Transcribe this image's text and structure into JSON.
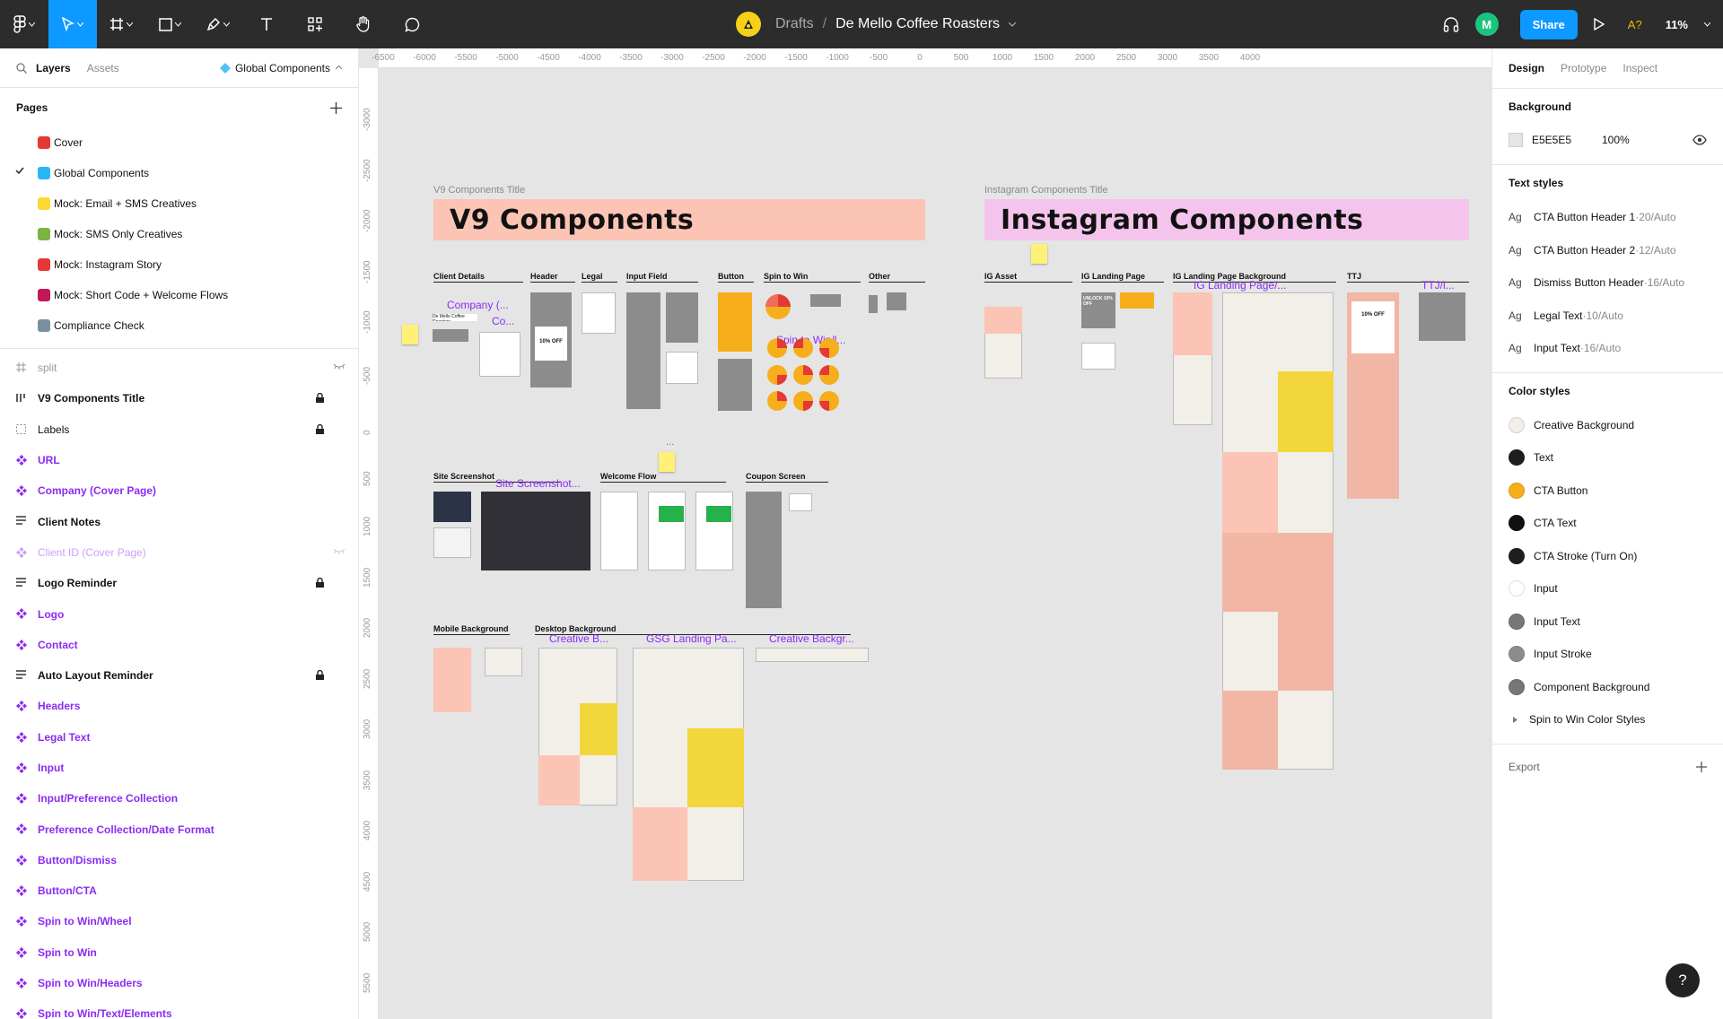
{
  "toolbar": {
    "breadcrumb_drafts": "Drafts",
    "breadcrumb_sep": "/",
    "file_name": "De Mello Coffee Roasters",
    "avatar_initial": "M",
    "share_label": "Share",
    "a11y_warning": "A?",
    "zoom": "11%"
  },
  "left_panel": {
    "tabs": [
      "Layers",
      "Assets"
    ],
    "current_page": "Global Components",
    "pages_heading": "Pages",
    "pages": [
      {
        "label": "Cover",
        "emoji_color": "#e53935"
      },
      {
        "label": "Global Components",
        "emoji_color": "#29b6f6",
        "selected": true
      },
      {
        "label": "Mock: Email + SMS Creatives",
        "emoji_color": "#fdd835"
      },
      {
        "label": "Mock: SMS Only Creatives",
        "emoji_color": "#7cb342"
      },
      {
        "label": "Mock: Instagram Story",
        "emoji_color": "#e53935"
      },
      {
        "label": "Mock: Short Code + Welcome Flows",
        "emoji_color": "#c2185b"
      },
      {
        "label": "Compliance Check",
        "emoji_color": "#78909c"
      }
    ],
    "layers": [
      {
        "label": "split",
        "type": "frame",
        "style": "grey",
        "hidden": true
      },
      {
        "label": "V9 Components Title",
        "type": "title",
        "style": "normal",
        "locked": true
      },
      {
        "label": "Labels",
        "type": "dashed",
        "style": "normal-light",
        "locked": true
      },
      {
        "label": "URL",
        "type": "component",
        "style": "comp"
      },
      {
        "label": "Company (Cover Page)",
        "type": "component",
        "style": "comp"
      },
      {
        "label": "Client Notes",
        "type": "text",
        "style": "normal"
      },
      {
        "label": "Client ID (Cover Page)",
        "type": "component",
        "style": "comp-faded",
        "hidden": true
      },
      {
        "label": "Logo Reminder",
        "type": "text",
        "style": "normal",
        "locked": true
      },
      {
        "label": "Logo",
        "type": "component",
        "style": "comp"
      },
      {
        "label": "Contact",
        "type": "component",
        "style": "comp"
      },
      {
        "label": "Auto Layout Reminder",
        "type": "text",
        "style": "normal",
        "locked": true
      },
      {
        "label": "Headers",
        "type": "component",
        "style": "comp"
      },
      {
        "label": "Legal Text",
        "type": "component",
        "style": "comp"
      },
      {
        "label": "Input",
        "type": "component",
        "style": "comp"
      },
      {
        "label": "Input/Preference Collection",
        "type": "component",
        "style": "comp"
      },
      {
        "label": "Preference Collection/Date Format",
        "type": "component",
        "style": "comp"
      },
      {
        "label": "Button/Dismiss",
        "type": "component",
        "style": "comp"
      },
      {
        "label": "Button/CTA",
        "type": "component",
        "style": "comp"
      },
      {
        "label": "Spin to Win/Wheel",
        "type": "component",
        "style": "comp"
      },
      {
        "label": "Spin to Win",
        "type": "component",
        "style": "comp"
      },
      {
        "label": "Spin to Win/Headers",
        "type": "component",
        "style": "comp"
      },
      {
        "label": "Spin to Win/Text/Elements",
        "type": "component",
        "style": "comp"
      }
    ]
  },
  "rulers": {
    "top": [
      "-6500",
      "-6000",
      "-5500",
      "-5000",
      "-4500",
      "-4000",
      "-3500",
      "-3000",
      "-2500",
      "-2000",
      "-1500",
      "-1000",
      "-500",
      "0",
      "500",
      "1000",
      "1500",
      "2000",
      "2500",
      "3000",
      "3500",
      "4000"
    ],
    "left": [
      "-3000",
      "-2500",
      "-2000",
      "-1500",
      "-1000",
      "-500",
      "0",
      "500",
      "1000",
      "1500",
      "2000",
      "2500",
      "3000",
      "3500",
      "4000",
      "4500",
      "5000",
      "5500"
    ]
  },
  "canvas": {
    "v9_title_label": "V9 Components Title",
    "v9_title": "V9 Components",
    "ig_title_label": "Instagram Components Title",
    "ig_title": "Instagram Components",
    "v9_groups": [
      "Client Details",
      "Header",
      "Legal",
      "Input Field",
      "Button",
      "Spin to Win",
      "Other"
    ],
    "v9_groups2": [
      "Site Screenshot",
      "Welcome Flow",
      "Coupon Screen"
    ],
    "v9_groups3": [
      "Mobile Background",
      "Desktop Background"
    ],
    "ig_groups": [
      "IG Asset",
      "IG Landing Page",
      "IG Landing Page Background",
      "TTJ"
    ],
    "plabels": {
      "company": "Company (...",
      "co": "Co...",
      "spin": "Spin to Win/l...",
      "site": "Site Screenshot...",
      "creative_b": "Creative B...",
      "gsg": "GSG Landing Pa...",
      "creative_bg": "Creative Backgr...",
      "ig_landing": "IG Landing Page/...",
      "ttj": "TTJ/l..."
    },
    "mini_text": {
      "client_name": "De Mello Coffee Roasters",
      "offer": "10% OFF",
      "offer_head": "UNLOCK 10% OFF"
    }
  },
  "right_panel": {
    "tabs": [
      "Design",
      "Prototype",
      "Inspect"
    ],
    "background_heading": "Background",
    "background_hex": "E5E5E5",
    "background_opacity": "100%",
    "text_styles_heading": "Text styles",
    "text_styles": [
      {
        "name": "CTA Button Header 1",
        "meta": "20/Auto"
      },
      {
        "name": "CTA Button Header 2",
        "meta": "12/Auto"
      },
      {
        "name": "Dismiss Button Header",
        "meta": "16/Auto"
      },
      {
        "name": "Legal Text",
        "meta": "10/Auto"
      },
      {
        "name": "Input Text",
        "meta": "16/Auto"
      }
    ],
    "ts_meta_sep": " · ",
    "ag_label": "Ag",
    "color_styles_heading": "Color styles",
    "color_styles": [
      {
        "name": "Creative Background",
        "color": "#f2efe9"
      },
      {
        "name": "Text",
        "color": "#1e1e1e"
      },
      {
        "name": "CTA Button",
        "color": "#f6ae1a"
      },
      {
        "name": "CTA Text",
        "color": "#111111"
      },
      {
        "name": "CTA Stroke (Turn On)",
        "color": "#1e1e1e"
      },
      {
        "name": "Input",
        "color": "#ffffff"
      },
      {
        "name": "Input Text",
        "color": "#777777"
      },
      {
        "name": "Input Stroke",
        "color": "#8c8c8c"
      },
      {
        "name": "Component Background",
        "color": "#777777"
      }
    ],
    "color_group": "Spin to Win Color Styles",
    "export_label": "Export",
    "help_label": "?"
  },
  "colors": {
    "toolbar_bg": "#2c2c2c",
    "accent": "#0d99ff",
    "component_purple": "#8b2bf3",
    "v9_banner": "#fbc4b4",
    "ig_banner": "#f4c4ec",
    "canvas_bg": "#e5e5e5"
  }
}
